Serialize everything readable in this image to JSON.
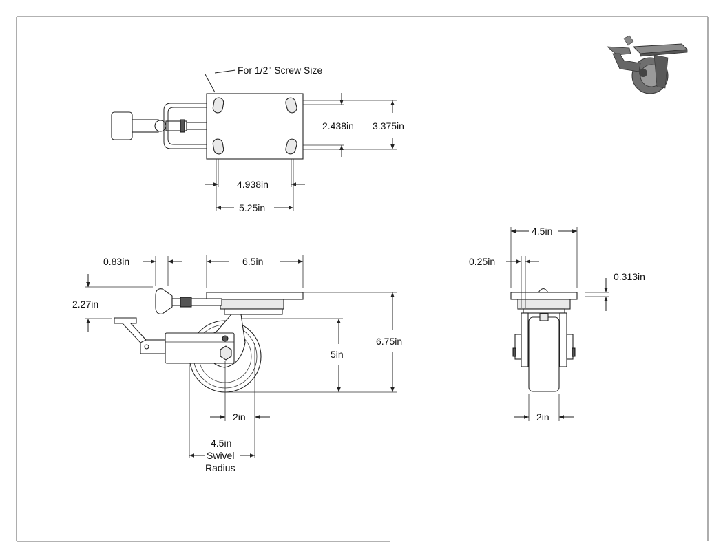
{
  "labels": {
    "screw_note": "For 1/2\" Screw Size",
    "bolt_inner": "2.438in",
    "bolt_outer": "3.375in",
    "plate_inner": "4.938in",
    "plate_outer": "5.25in",
    "brake_offset": "0.83in",
    "plate_length": "6.5in",
    "brake_height": "2.27in",
    "overall_height": "6.75in",
    "wheel_dia": "5in",
    "offset_2in": "2in",
    "swivel_radius_value": "4.5in",
    "swivel_radius_line1": "Swivel",
    "swivel_radius_line2": "Radius",
    "front_width": "4.5in",
    "front_small": "0.25in",
    "plate_thick": "0.313in",
    "wheel_width": "2in"
  },
  "colors": {
    "line": "#222222",
    "fill_light": "#e9e9e9",
    "fill_dark": "#555555",
    "background": "#ffffff"
  }
}
